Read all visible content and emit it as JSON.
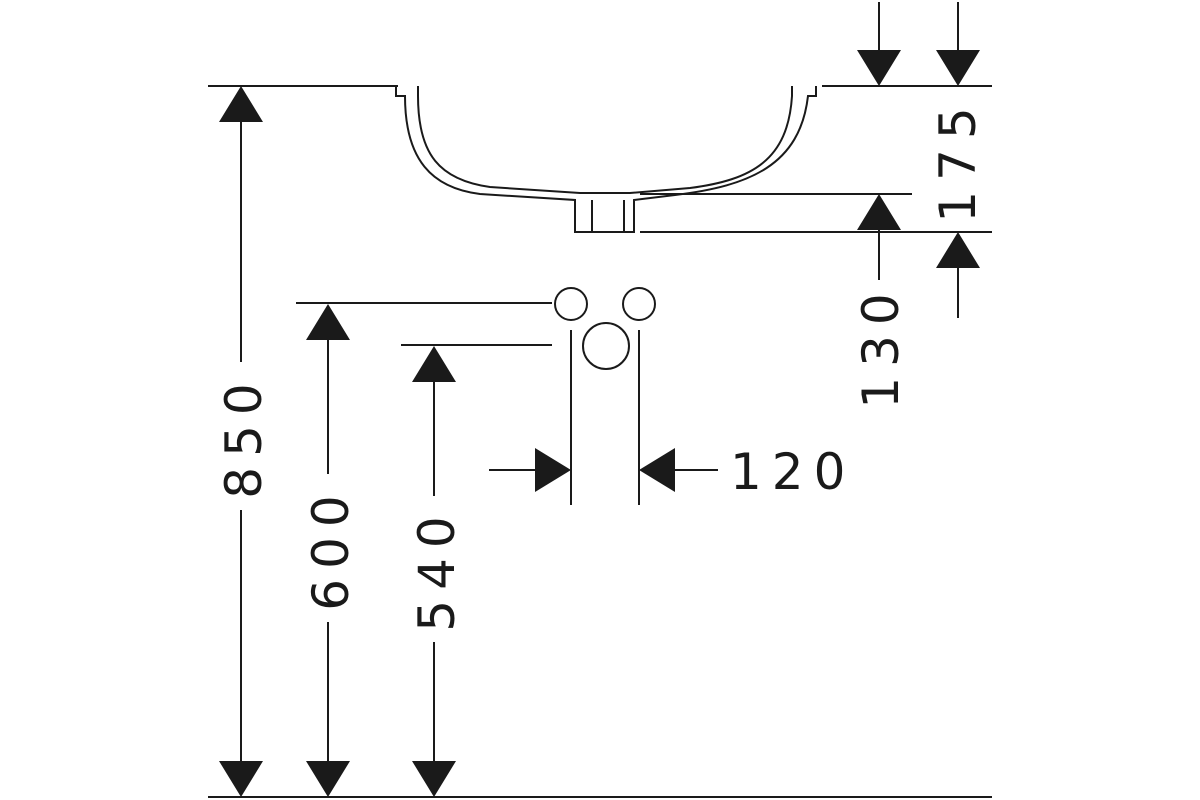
{
  "dimensions": {
    "total_height": "850",
    "pipe_upper_height": "600",
    "drain_height": "540",
    "pipe_spacing": "120",
    "bowl_depth": "175",
    "drain_depth": "130"
  }
}
